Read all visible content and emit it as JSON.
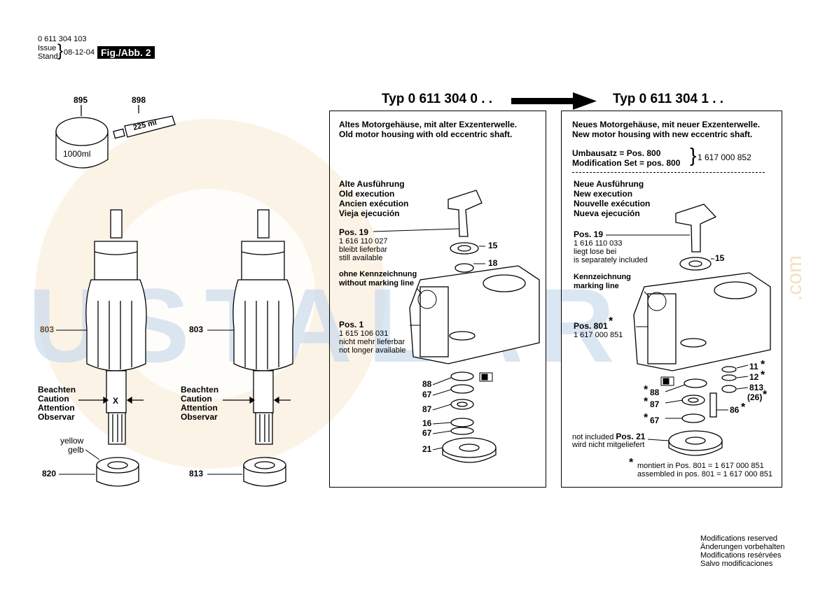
{
  "header": {
    "doc_number": "0 611 304 103",
    "issue_label": "Issue",
    "stand_label": "Stand",
    "date": "08-12-04",
    "figure": "Fig./Abb. 2"
  },
  "types": {
    "old": "Typ 0 611 304 0 . .",
    "new": "Typ 0 611 304 1 . ."
  },
  "left_parts": {
    "p895": "895",
    "p898": "898",
    "jar_label": "1000ml",
    "tube_label": "225 ml",
    "p803a": "803",
    "p803b": "803",
    "caution_lines": [
      "Beachten",
      "Caution",
      "Attention",
      "Observar"
    ],
    "x_mark": "X",
    "yellow": "yellow",
    "gelb": "gelb",
    "p820": "820",
    "p813": "813"
  },
  "old_panel": {
    "title_de": "Altes Motorgehäuse, mit alter Exzenterwelle.",
    "title_en": "Old motor housing with old eccentric shaft.",
    "execution": [
      "Alte Ausführung",
      "Old execution",
      "Ancien exécution",
      "Vieja ejecución"
    ],
    "pos19_label": "Pos. 19",
    "pos19_num": "1 616 110 027",
    "pos19_l1": "bleibt lieferbar",
    "pos19_l2": "still available",
    "marking_l1": "ohne Kennzeichnung",
    "marking_l2": "without marking line",
    "pos1_label": "Pos. 1",
    "pos1_num": "1 615 106 031",
    "pos1_l1": "nicht mehr lieferbar",
    "pos1_l2": "not longer available",
    "parts": [
      "15",
      "18",
      "88",
      "67",
      "87",
      "16",
      "67",
      "21"
    ]
  },
  "new_panel": {
    "title_de": "Neues Motorgehäuse, mit neuer Exzenterwelle.",
    "title_en": "New motor housing with new eccentric shaft.",
    "umbau_l1": "Umbausatz = Pos. 800",
    "umbau_l2": "Modification Set = pos. 800",
    "umbau_num": "1 617 000 852",
    "execution": [
      "Neue Ausführung",
      "New execution",
      "Nouvelle exécution",
      "Nueva ejecución"
    ],
    "pos19_label": "Pos. 19",
    "pos19_num": "1 616 110 033",
    "pos19_l1": "liegt lose bei",
    "pos19_l2": "is separately included",
    "marking_l1": "Kennzeichnung",
    "marking_l2": "marking line",
    "pos801_label": "Pos. 801",
    "pos801_num": "1 617 000 851",
    "p15": "15",
    "p11": "11",
    "p12": "12",
    "p813": "813",
    "p26": "(26)",
    "p88": "88",
    "p87": "87",
    "p86": "86",
    "p67": "67",
    "star": "*",
    "notinc_l1a": "not included ",
    "notinc_l1b": "Pos. 21",
    "notinc_l2": "wird nicht mitgeliefert",
    "foot_l1": "montiert in Pos. 801    = 1 617 000 851",
    "foot_l2": "assembled in pos. 801 = 1 617 000 851"
  },
  "footer": [
    "Modifications reserved",
    "Änderungen vorbehalten",
    "Modifications resérvées",
    "Salvo modificaciones"
  ],
  "watermark": {
    "text": "USTALAR",
    "domain": ".com",
    "color_blue": "#b9cfe6",
    "color_orange": "#f5dcb4"
  }
}
